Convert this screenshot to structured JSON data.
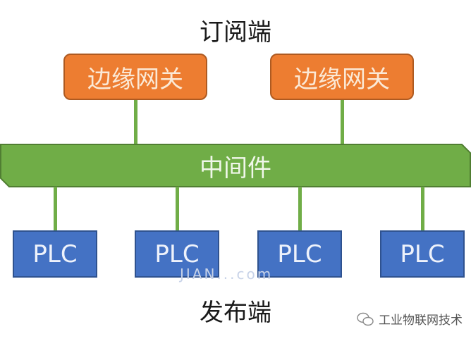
{
  "titles": {
    "subscriber": "订阅端",
    "publisher": "发布端"
  },
  "gateways": [
    {
      "label": "边缘网关"
    },
    {
      "label": "边缘网关"
    }
  ],
  "middleware": {
    "label": "中间件"
  },
  "plcs": [
    {
      "label": "PLC"
    },
    {
      "label": "PLC"
    },
    {
      "label": "PLC"
    },
    {
      "label": "PLC"
    }
  ],
  "watermark": {
    "text": "工业物联网技术",
    "icon": "wechat-icon",
    "faint": "JIAN...com"
  },
  "colors": {
    "gateway": "#ed7d31",
    "middleware": "#70ad47",
    "plc": "#4472c4"
  }
}
